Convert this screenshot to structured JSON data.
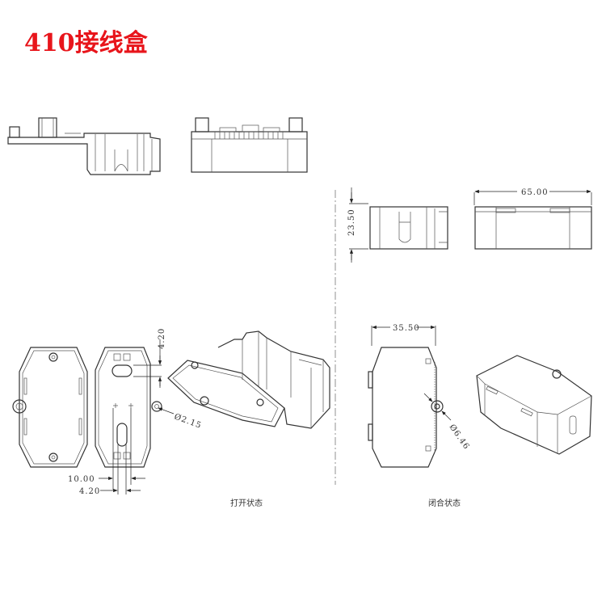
{
  "title": "410接线盒",
  "open_state": {
    "caption": "打开状态",
    "dim_slot_height": "4.20",
    "dim_hole_diameter": "Ø2.15",
    "dim_pin_spacing": "10.00",
    "dim_slot_width": "4.20"
  },
  "closed_state": {
    "caption": "闭合状态",
    "dim_height": "23.50",
    "dim_length": "65.00",
    "dim_width": "35.50",
    "dim_boss_diameter": "Ø6.46"
  },
  "colors": {
    "title": "#e8151b",
    "line": "#333333"
  }
}
